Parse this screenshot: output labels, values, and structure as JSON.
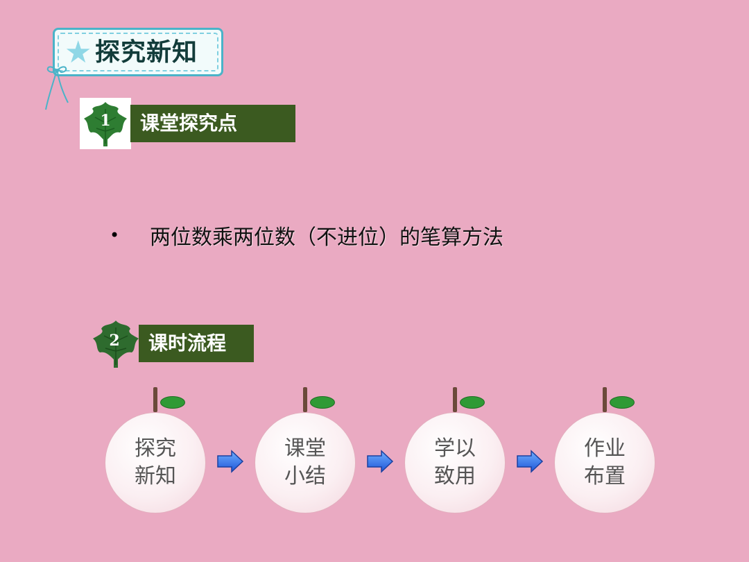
{
  "header": {
    "title": "探究新知",
    "star": "★"
  },
  "sections": [
    {
      "number": "1",
      "label": "课堂探究点"
    },
    {
      "number": "2",
      "label": "课时流程"
    }
  ],
  "bullet": {
    "symbol": "•",
    "text": "两位数乘两位数（不进位）的笔算方法"
  },
  "flow": {
    "steps": [
      {
        "line1": "探究",
        "line2": "新知"
      },
      {
        "line1": "课堂",
        "line2": "小结"
      },
      {
        "line1": "学以",
        "line2": "致用"
      },
      {
        "line1": "作业",
        "line2": "布置"
      }
    ]
  },
  "colors": {
    "background": "#eaaac2",
    "label_bg": "#3b5a20",
    "leaf_green": "#2e7d32",
    "arrow_blue": "#2f6fe8"
  }
}
